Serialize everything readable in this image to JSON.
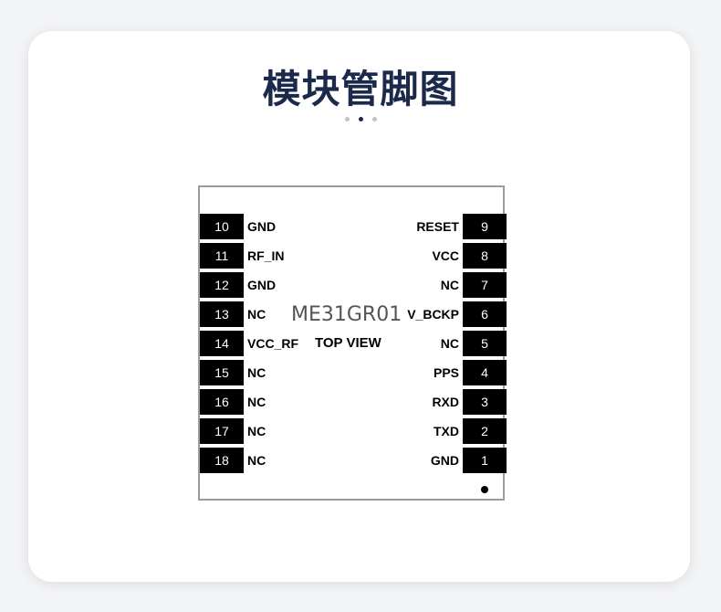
{
  "title": "模块管脚图",
  "carousel": {
    "total": 3,
    "active": 1
  },
  "chip": {
    "model": "ME31GR01",
    "view": "TOP VIEW",
    "left_pins": [
      {
        "num": "10",
        "label": "GND"
      },
      {
        "num": "11",
        "label": "RF_IN"
      },
      {
        "num": "12",
        "label": "GND"
      },
      {
        "num": "13",
        "label": "NC"
      },
      {
        "num": "14",
        "label": "VCC_RF"
      },
      {
        "num": "15",
        "label": "NC"
      },
      {
        "num": "16",
        "label": "NC"
      },
      {
        "num": "17",
        "label": "NC"
      },
      {
        "num": "18",
        "label": "NC"
      }
    ],
    "right_pins": [
      {
        "num": "9",
        "label": "RESET"
      },
      {
        "num": "8",
        "label": "VCC"
      },
      {
        "num": "7",
        "label": "NC"
      },
      {
        "num": "6",
        "label": "V_BCKP"
      },
      {
        "num": "5",
        "label": "NC"
      },
      {
        "num": "4",
        "label": "PPS"
      },
      {
        "num": "3",
        "label": "RXD"
      },
      {
        "num": "2",
        "label": "TXD"
      },
      {
        "num": "1",
        "label": "GND"
      }
    ]
  },
  "colors": {
    "title": "#1b2a4a",
    "pin_bg": "#000000",
    "border": "#9b9b9b"
  }
}
